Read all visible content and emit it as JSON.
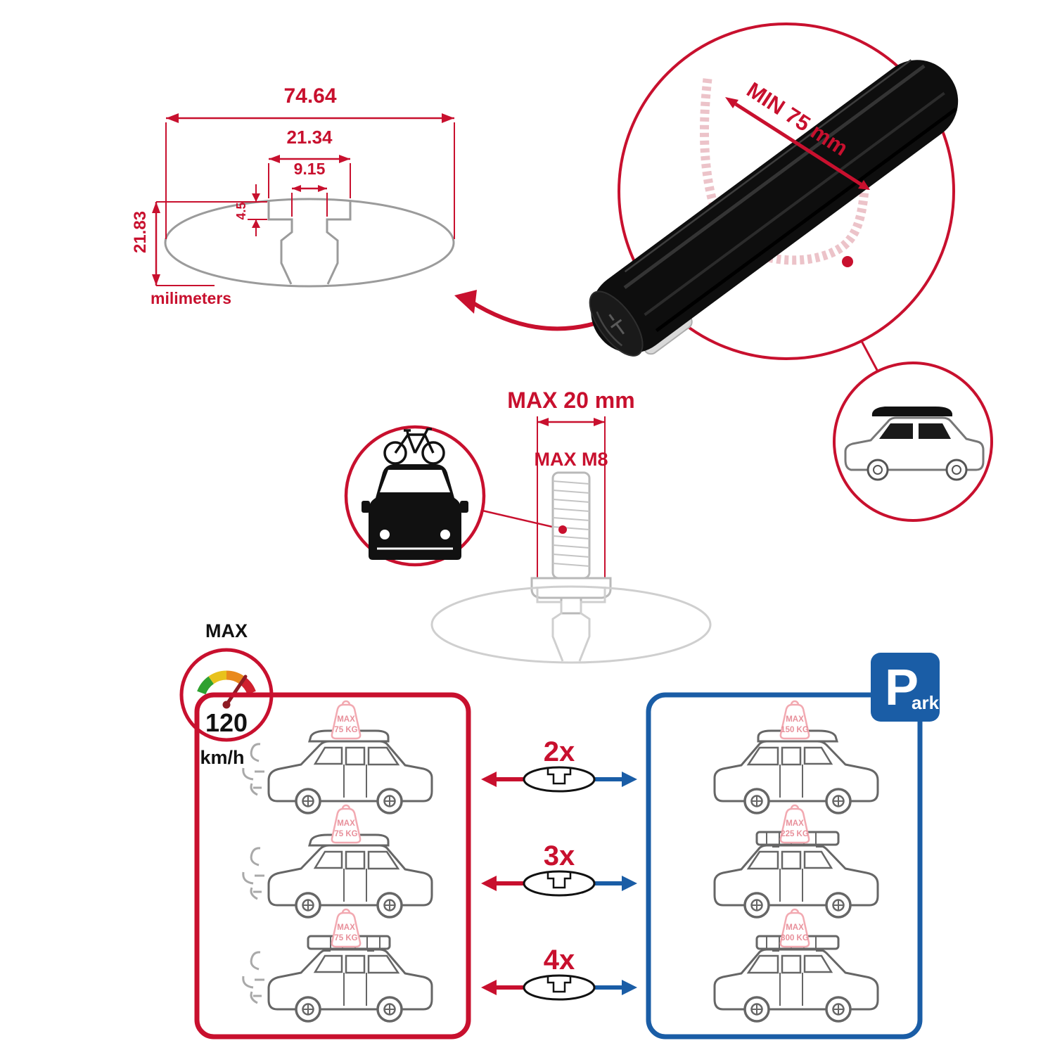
{
  "dims": {
    "total_width": "74.64",
    "channel_width": "21.34",
    "slot_width": "9.15",
    "lip_depth": "4.5",
    "height": "21.83",
    "units": "milimeters"
  },
  "bar": {
    "min_label": "MIN 75 mm"
  },
  "bolt": {
    "width_label": "MAX 20 mm",
    "thread_label": "MAX M8"
  },
  "speed": {
    "label": "MAX",
    "value": "120",
    "units": "km/h"
  },
  "park": {
    "p": "P",
    "ark": "ark"
  },
  "rows": {
    "counts": [
      "2x",
      "3x",
      "4x"
    ],
    "left": [
      {
        "line1": "MAX",
        "line2": "75 KG"
      },
      {
        "line1": "MAX",
        "line2": "75 KG"
      },
      {
        "line1": "MAX",
        "line2": "75 KG"
      }
    ],
    "right": [
      {
        "line1": "MAX",
        "line2": "150 KG"
      },
      {
        "line1": "MAX",
        "line2": "225 KG"
      },
      {
        "line1": "MAX",
        "line2": "300 KG"
      }
    ]
  },
  "colors": {
    "red": "#C8102E",
    "blue": "#1A5DA6",
    "tag_pink": "#E8909B",
    "ghost_pink": "#ECC3C9",
    "profile_gray": "#9B9B9B",
    "bar_black": "#0E0E0E"
  }
}
